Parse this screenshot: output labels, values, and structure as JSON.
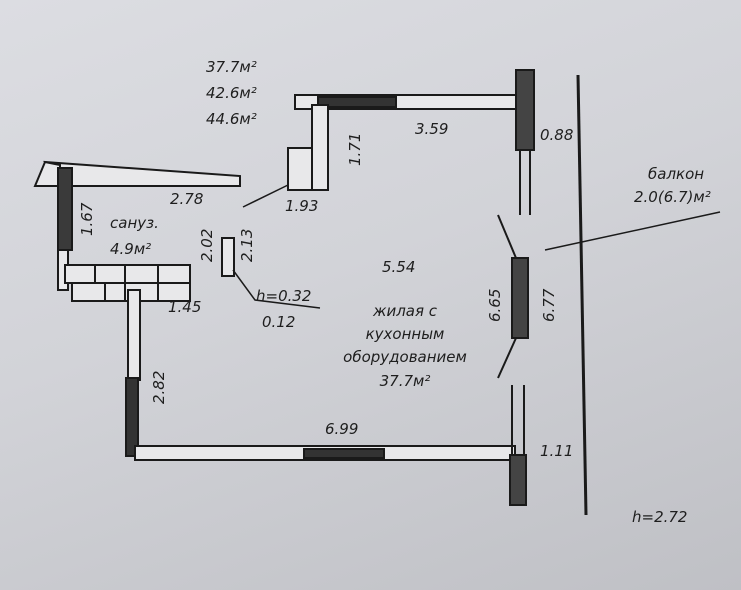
{
  "areas_list": [
    "37.7м²",
    "42.6м²",
    "44.6м²"
  ],
  "dimensions": {
    "top_wall": "3.59",
    "top_right": "0.88",
    "room_notch_v": "1.71",
    "bath_top": "2.78",
    "notch_bottom": "1.93",
    "bath_left": "1.67",
    "bath_right_a": "2.02",
    "bath_right_b": "2.13",
    "room_depth": "5.54",
    "bath_bottom": "1.45",
    "left_lower": "2.82",
    "bottom_wall": "6.99",
    "right_inner": "6.65",
    "right_outer": "6.77",
    "bottom_right": "1.11",
    "step": "0.12"
  },
  "heights": {
    "podium": "h=0.32",
    "ceiling": "h=2.72"
  },
  "balcony": {
    "label": "балкон",
    "area": "2.0(6.7)м²"
  },
  "bathroom": {
    "label": "сануз.",
    "area": "4.9м²"
  },
  "living": {
    "line1": "жилая с",
    "line2": "кухонным",
    "line3": "оборудованием",
    "area": "37.7м²"
  }
}
